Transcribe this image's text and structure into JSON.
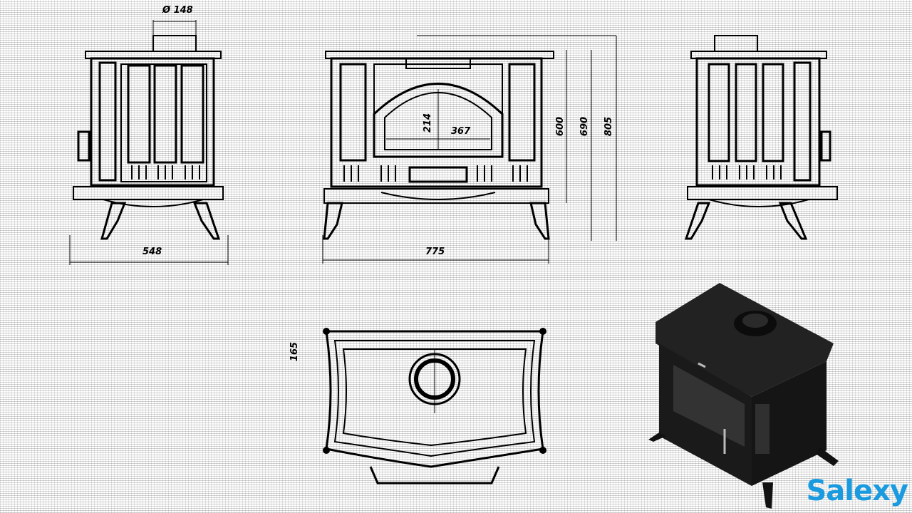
{
  "diagram": {
    "subject": "Cast-iron wood-burning stove technical dimension drawing",
    "units": "mm",
    "views": {
      "left_side": {
        "label": "left-side-view",
        "dimensions": {
          "flue_diameter": "Ø 148",
          "depth": "548"
        }
      },
      "front": {
        "label": "front-view",
        "dimensions": {
          "width": "775",
          "window_height": "214",
          "window_width": "367",
          "height_1": "600",
          "height_2": "690",
          "height_3": "805"
        }
      },
      "right_side": {
        "label": "right-side-view"
      },
      "top": {
        "label": "top-view",
        "dimensions": {
          "flue_offset": "165"
        }
      },
      "render": {
        "label": "3d-product-render"
      }
    }
  },
  "watermark": {
    "text": "Salexy",
    "color": "#1a9be0"
  },
  "colors": {
    "line": "#000000",
    "background": "#ffffff",
    "stove_body": "#1c1c1c"
  }
}
